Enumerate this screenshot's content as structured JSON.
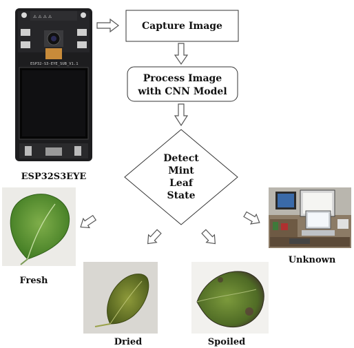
{
  "nodes": {
    "capture": "Capture Image",
    "process_line1": "Process Image",
    "process_line2": "with CNN Model",
    "detect_line1": "Detect",
    "detect_line2": "Mint",
    "detect_line3": "Leaf",
    "detect_line4": "State"
  },
  "device": {
    "label": "ESP32S3EYE",
    "board_text": "ESP32-S3-EYE_SUB_V1.1"
  },
  "outcomes": {
    "fresh": "Fresh",
    "dried": "Dried",
    "spoiled": "Spoiled",
    "unknown": "Unknown"
  }
}
